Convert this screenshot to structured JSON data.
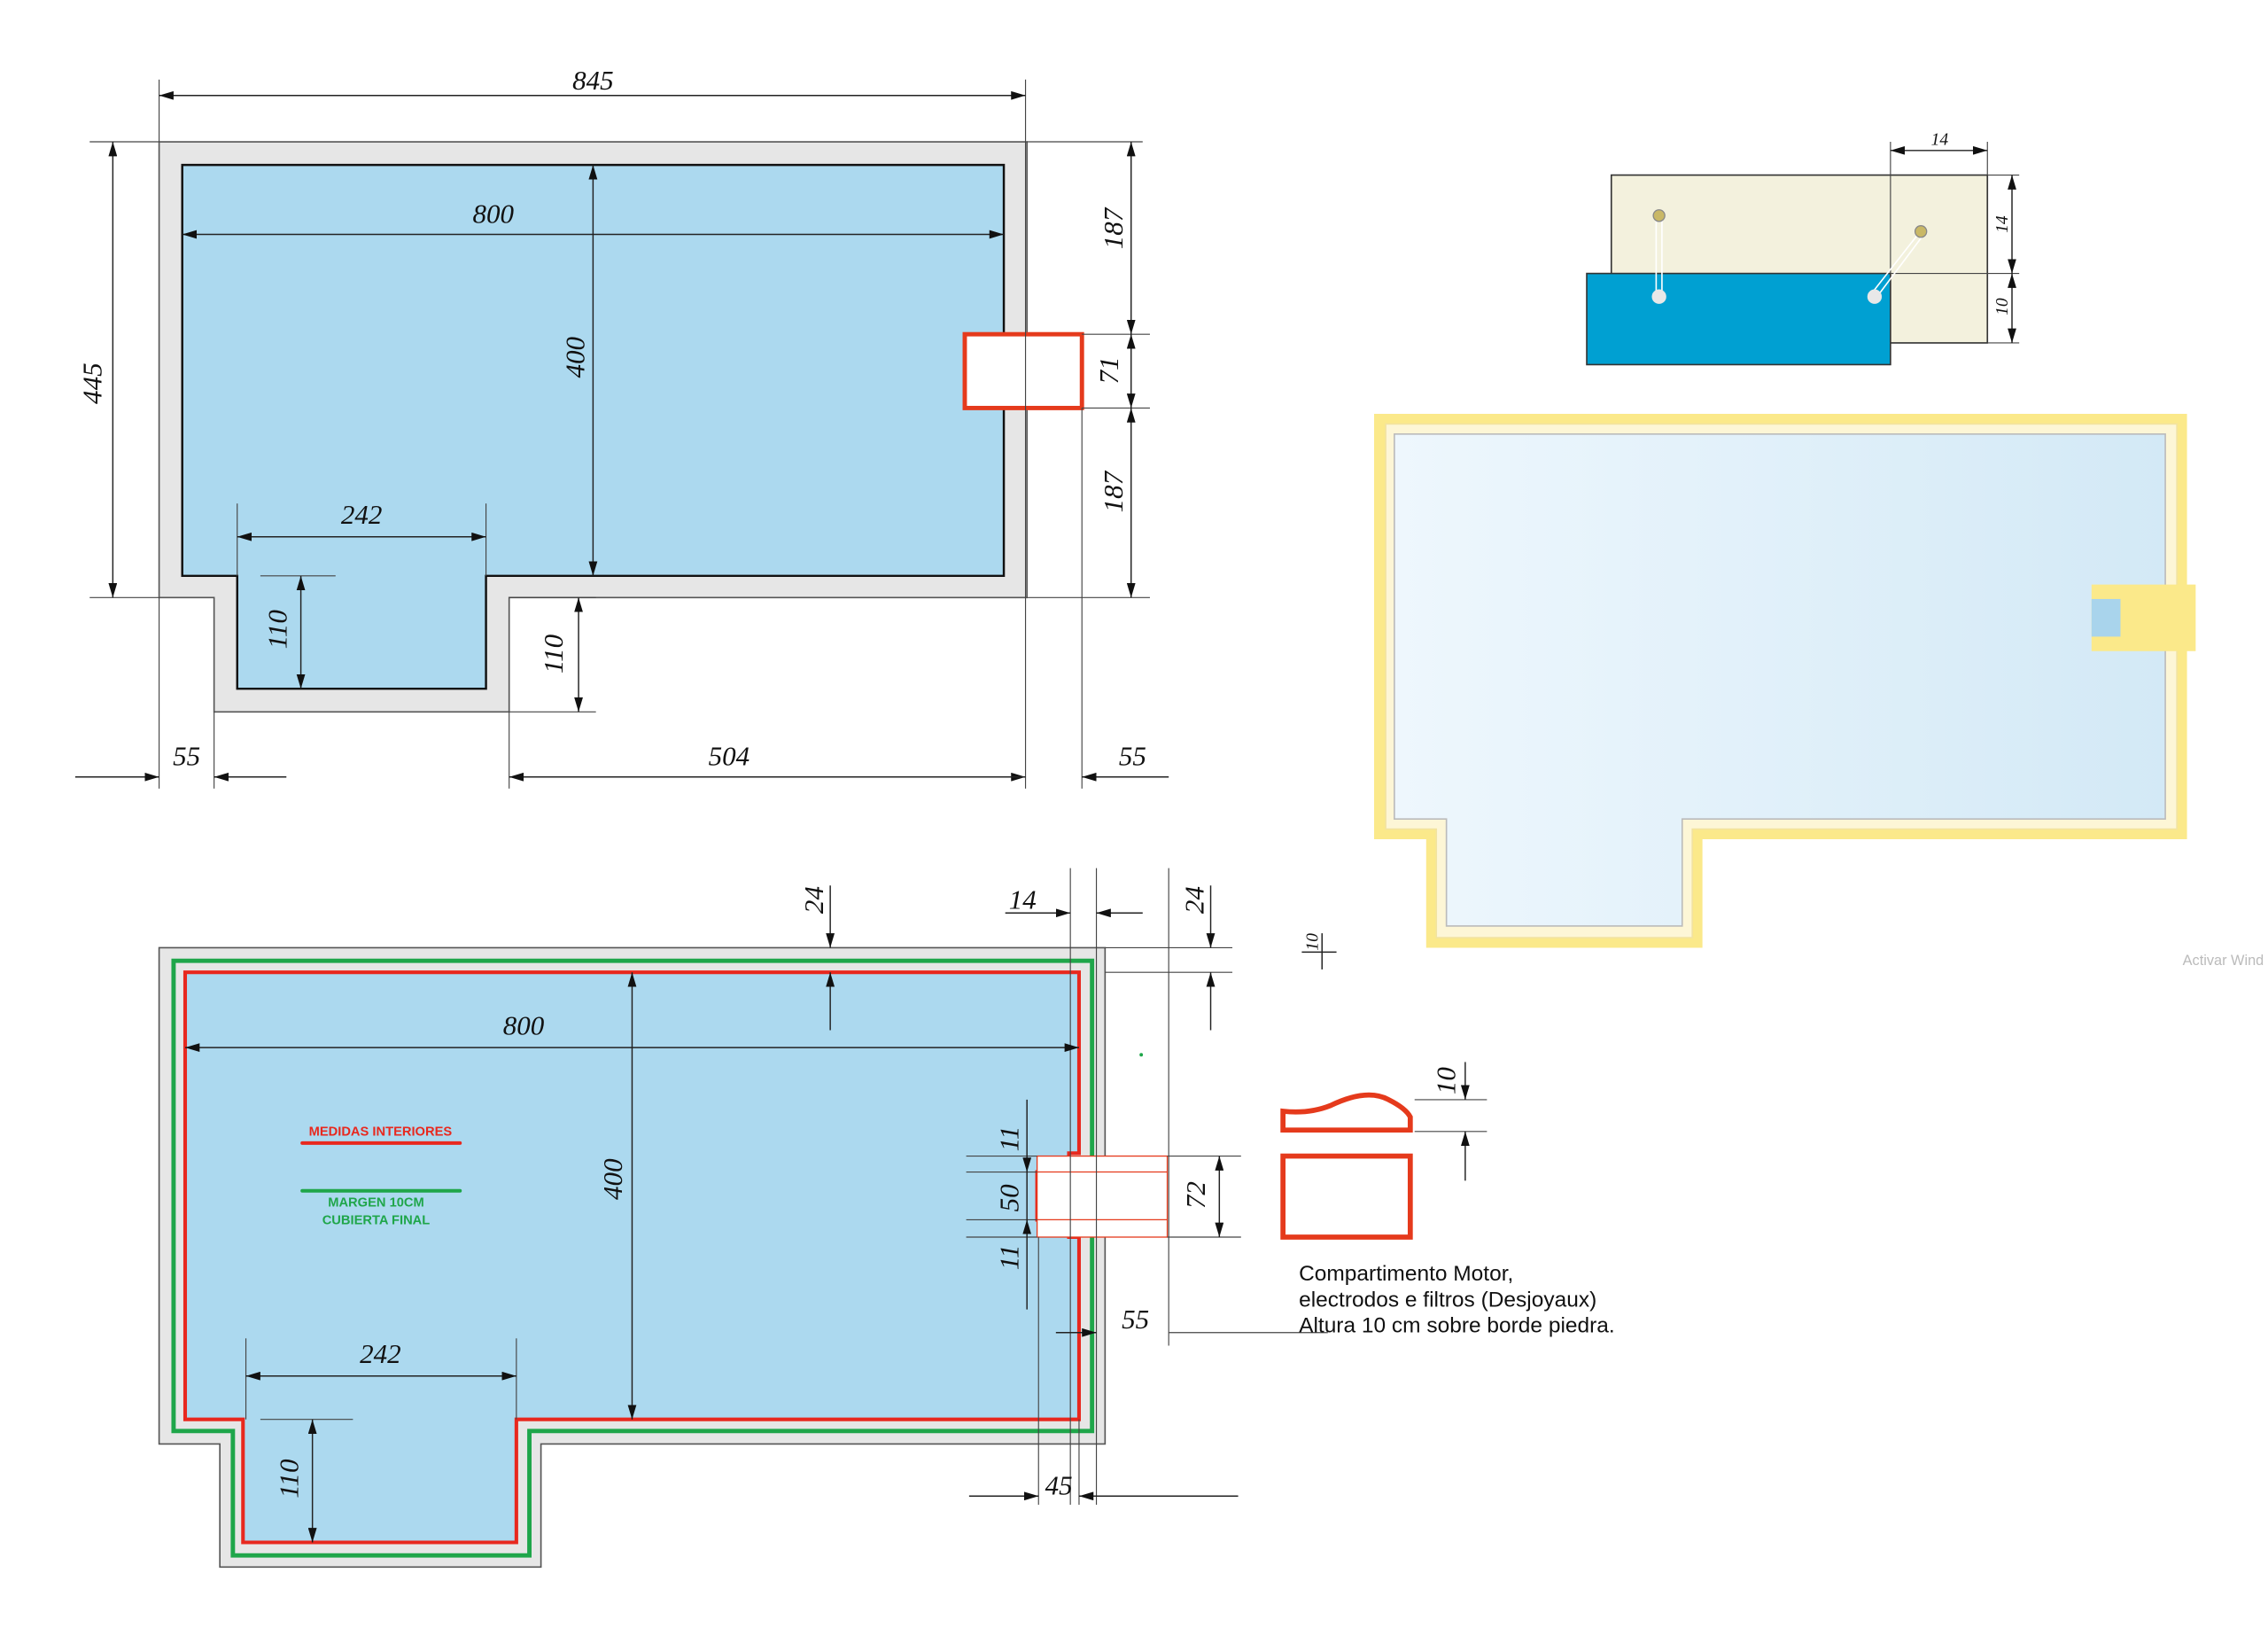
{
  "colors": {
    "water": "#acd9ef",
    "coping": "#e6e6e6",
    "red": "#e8281e",
    "orange_red": "#e53a1c",
    "green": "#1fa64a",
    "detail_blue": "#00a0d2",
    "beige": "#f3f1dd",
    "yellow": "#fbe98a"
  },
  "plan_top": {
    "total_width": "845",
    "inner_width": "800",
    "inner_depth": "400",
    "total_depth": "445",
    "right_top": "187",
    "right_mid": "71",
    "right_bottom": "187",
    "step_width": "242",
    "step_depth_left": "110",
    "step_depth_right": "110",
    "bottom_left": "55",
    "bottom_mid": "504",
    "bottom_right": "55"
  },
  "plan_bottom": {
    "inner_width": "800",
    "inner_depth": "400",
    "step_width": "242",
    "step_depth": "110",
    "top_margin": "24",
    "right_offset": "14",
    "right_margin": "24",
    "notch_top": "11",
    "notch_mid": "50",
    "notch_bottom": "11",
    "box_height": "72",
    "side_55": "55",
    "side_45": "45",
    "small_10": "10",
    "legend_red": "MEDIDAS INTERIORES",
    "legend_green_1": "MARGEN 10CM",
    "legend_green_2": "CUBIERTA FINAL"
  },
  "detail": {
    "top_width": "14",
    "upper_height": "14",
    "lower_height": "10"
  },
  "motor": {
    "height": "10",
    "caption_1": "Compartimento Motor,",
    "caption_2": "electrodos e filtros (Desjoyaux)",
    "caption_3": "Altura 10 cm sobre borde piedra."
  },
  "watermark": "Activar Wind"
}
